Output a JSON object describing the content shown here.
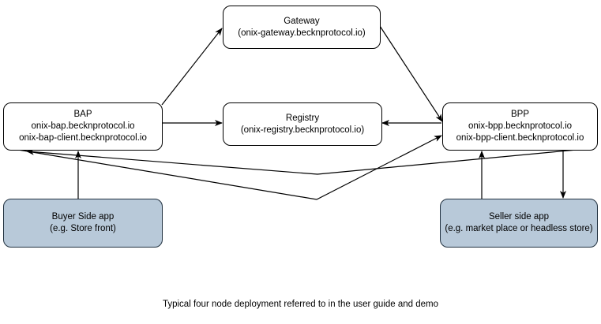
{
  "diagram": {
    "title_caption": "Typical four node deployment referred to in the user guide and demo",
    "background_color": "#ffffff",
    "line_color": "#000000",
    "shaded_fill_color": "#b8c9d9",
    "nodes": {
      "gateway": {
        "name": "Gateway",
        "host": "(onix-gateway.becknprotocol.io)"
      },
      "bap": {
        "name": "BAP",
        "host": "onix-bap.becknprotocol.io",
        "host2": "onix-bap-client.becknprotocol.io"
      },
      "registry": {
        "name": "Registry",
        "host": "(onix-registry.becknprotocol.io)"
      },
      "bpp": {
        "name": "BPP",
        "host": "onix-bpp.becknprotocol.io",
        "host2": "onix-bpp-client.becknprotocol.io"
      },
      "buyer_app": {
        "name": "Buyer Side app",
        "host": "(e.g. Store front)"
      },
      "seller_app": {
        "name": "Seller side app",
        "host": "(e.g. market place or headless store)"
      }
    },
    "edges": [
      {
        "id": "bap-to-gateway",
        "from": "bap",
        "to": "gateway",
        "arrow": "to"
      },
      {
        "id": "gateway-to-bpp",
        "from": "gateway",
        "to": "bpp",
        "arrow": "to"
      },
      {
        "id": "bap-to-registry",
        "from": "bap",
        "to": "registry",
        "arrow": "to"
      },
      {
        "id": "bpp-to-registry",
        "from": "bpp",
        "to": "registry",
        "arrow": "to"
      },
      {
        "id": "bap-to-bpp",
        "from": "bap",
        "to": "bpp",
        "arrow": "to"
      },
      {
        "id": "bpp-to-bap",
        "from": "bpp",
        "to": "bap",
        "arrow": "to"
      },
      {
        "id": "buyer-app-to-bap",
        "from": "buyer_app",
        "to": "bap",
        "arrow": "to"
      },
      {
        "id": "seller-app-to-bpp",
        "from": "seller_app",
        "to": "bpp",
        "arrow": "to"
      },
      {
        "id": "bpp-to-seller-app",
        "from": "bpp",
        "to": "seller_app",
        "arrow": "to"
      }
    ]
  }
}
